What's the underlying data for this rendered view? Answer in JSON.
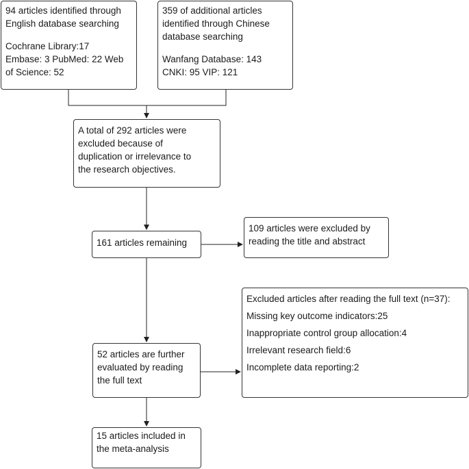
{
  "boxes": {
    "english": {
      "heading": [
        "94 articles identified through",
        "English database searching"
      ],
      "details": [
        "Cochrane Library:17",
        "Embase: 3 PubMed: 22 Web",
        "of Science: 52"
      ]
    },
    "chinese": {
      "heading": [
        "359 of additional articles",
        "identified through Chinese",
        "database searching"
      ],
      "details": [
        "Wanfang Database: 143",
        "CNKI: 95 VIP: 121"
      ]
    },
    "excluded_duplicates": {
      "lines": [
        "A total of 292 articles were",
        "excluded because of",
        "duplication or irrelevance to",
        "the research objectives."
      ]
    },
    "remaining": {
      "lines": [
        "161 articles remaining"
      ]
    },
    "title_excluded": {
      "lines": [
        "109 articles were excluded by",
        "reading the title and abstract"
      ]
    },
    "further_evaluated": {
      "lines": [
        "52 articles are further",
        "evaluated by reading",
        "the full text"
      ]
    },
    "fulltext_excluded": {
      "heading": "Excluded articles after reading the full text (n=37):",
      "items": [
        "Missing key outcome indicators:25",
        "Inappropriate control group allocation:4",
        "Irrelevant research field:6",
        "Incomplete data reporting:2"
      ]
    },
    "included": {
      "lines": [
        "15 articles included in",
        "the meta-analysis"
      ]
    }
  },
  "colors": {
    "border": "#333333",
    "text": "#1a1a1a",
    "background": "#ffffff"
  }
}
